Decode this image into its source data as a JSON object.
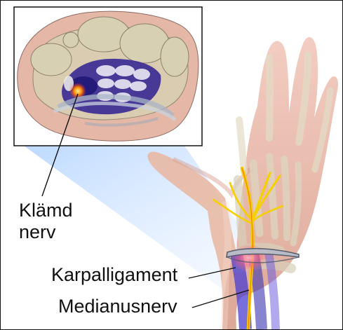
{
  "labels": {
    "pinched_nerve_line1": "Klämd",
    "pinched_nerve_line2": "nerv",
    "carpal_ligament": "Karpalligament",
    "median_nerve": "Medianusnerv"
  },
  "colors": {
    "skin": "#e8b7a2",
    "skin_shadow": "#c98d7c",
    "bone": "#d9d4b8",
    "nerve_yellow": "#f5d000",
    "nerve_core": "#ff4a4a",
    "tendon_blue": "#2f2fb8",
    "ligament_gray": "#b9bcc7",
    "frame_black": "#111111"
  },
  "icons": {
    "inset": "wrist-cross-section-icon",
    "hand": "hand-anatomy-icon"
  }
}
